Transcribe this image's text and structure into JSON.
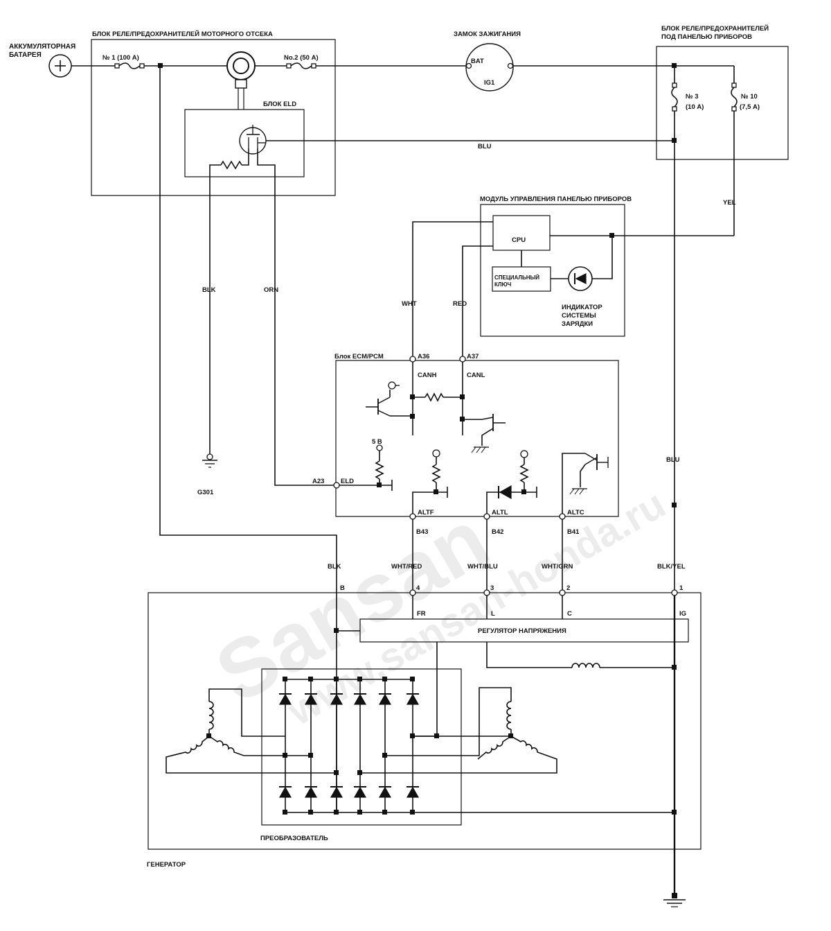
{
  "labels": {
    "battery": [
      "АККУМУЛЯТОРНАЯ",
      "БАТАРЕЯ"
    ],
    "engine_fuse_box": "БЛОК РЕЛЕ/ПРЕДОХРАНИТЕЛЕЙ МОТОРНОГО ОТСЕКА",
    "fuse1": "№ 1 (100 А)",
    "fuse2": "No.2 (50 А)",
    "eld_unit": "БЛОК ELD",
    "ignition": "ЗАМОК ЗАЖИГАНИЯ",
    "ign_bat": "BAT",
    "ign_ig1": "IG1",
    "dash_fuse_box": [
      "БЛОК РЕЛЕ/ПРЕДОХРАНИТЕЛЕЙ",
      "ПОД ПАНЕЛЬЮ ПРИБОРОВ"
    ],
    "fuse3": [
      "№ 3",
      "(10 А)"
    ],
    "fuse10": [
      "№ 10",
      "(7,5 А)"
    ],
    "blu_top": "BLU",
    "yel": "YEL",
    "gauge_module": "МОДУЛЬ УПРАВЛЕНИЯ ПАНЕЛЬЮ ПРИБОРОВ",
    "cpu": "CPU",
    "special_switch": [
      "СПЕЦИАЛЬНЫЙ",
      "КЛЮЧ"
    ],
    "charge_indicator": [
      "ИНДИКАТОР",
      "СИСТЕМЫ",
      "ЗАРЯДКИ"
    ],
    "blk": "BLK",
    "orn": "ORN",
    "wht": "WHT",
    "red": "RED",
    "ecm": "Блок ECM/PCM",
    "a36": "A36",
    "a37": "A37",
    "canh": "CANH",
    "canl": "CANL",
    "five_v": "5 В",
    "a23": "A23",
    "eld": "ELD",
    "g301": "G301",
    "altf": "ALTF",
    "altl": "ALTL",
    "altc": "ALTC",
    "b43": "B43",
    "b42": "B42",
    "b41": "B41",
    "blu_mid": "BLU",
    "blk_gen": "BLK",
    "wht_red": "WHT/RED",
    "wht_blu": "WHT/BLU",
    "wht_grn": "WHT/GRN",
    "blk_yel": "BLK/YEL",
    "pin_b": "B",
    "pin_4": "4",
    "pin_3": "3",
    "pin_2": "2",
    "pin_1": "1",
    "fr": "FR",
    "l": "L",
    "c": "C",
    "ig": "IG",
    "regulator": "РЕГУЛЯТОР НАПРЯЖЕНИЯ",
    "rectifier": "ПРЕОБРАЗОВАТЕЛЬ",
    "generator": "ГЕНЕРАТОР"
  },
  "watermark": [
    "Sansan",
    "www.sansan-honda.ru"
  ]
}
